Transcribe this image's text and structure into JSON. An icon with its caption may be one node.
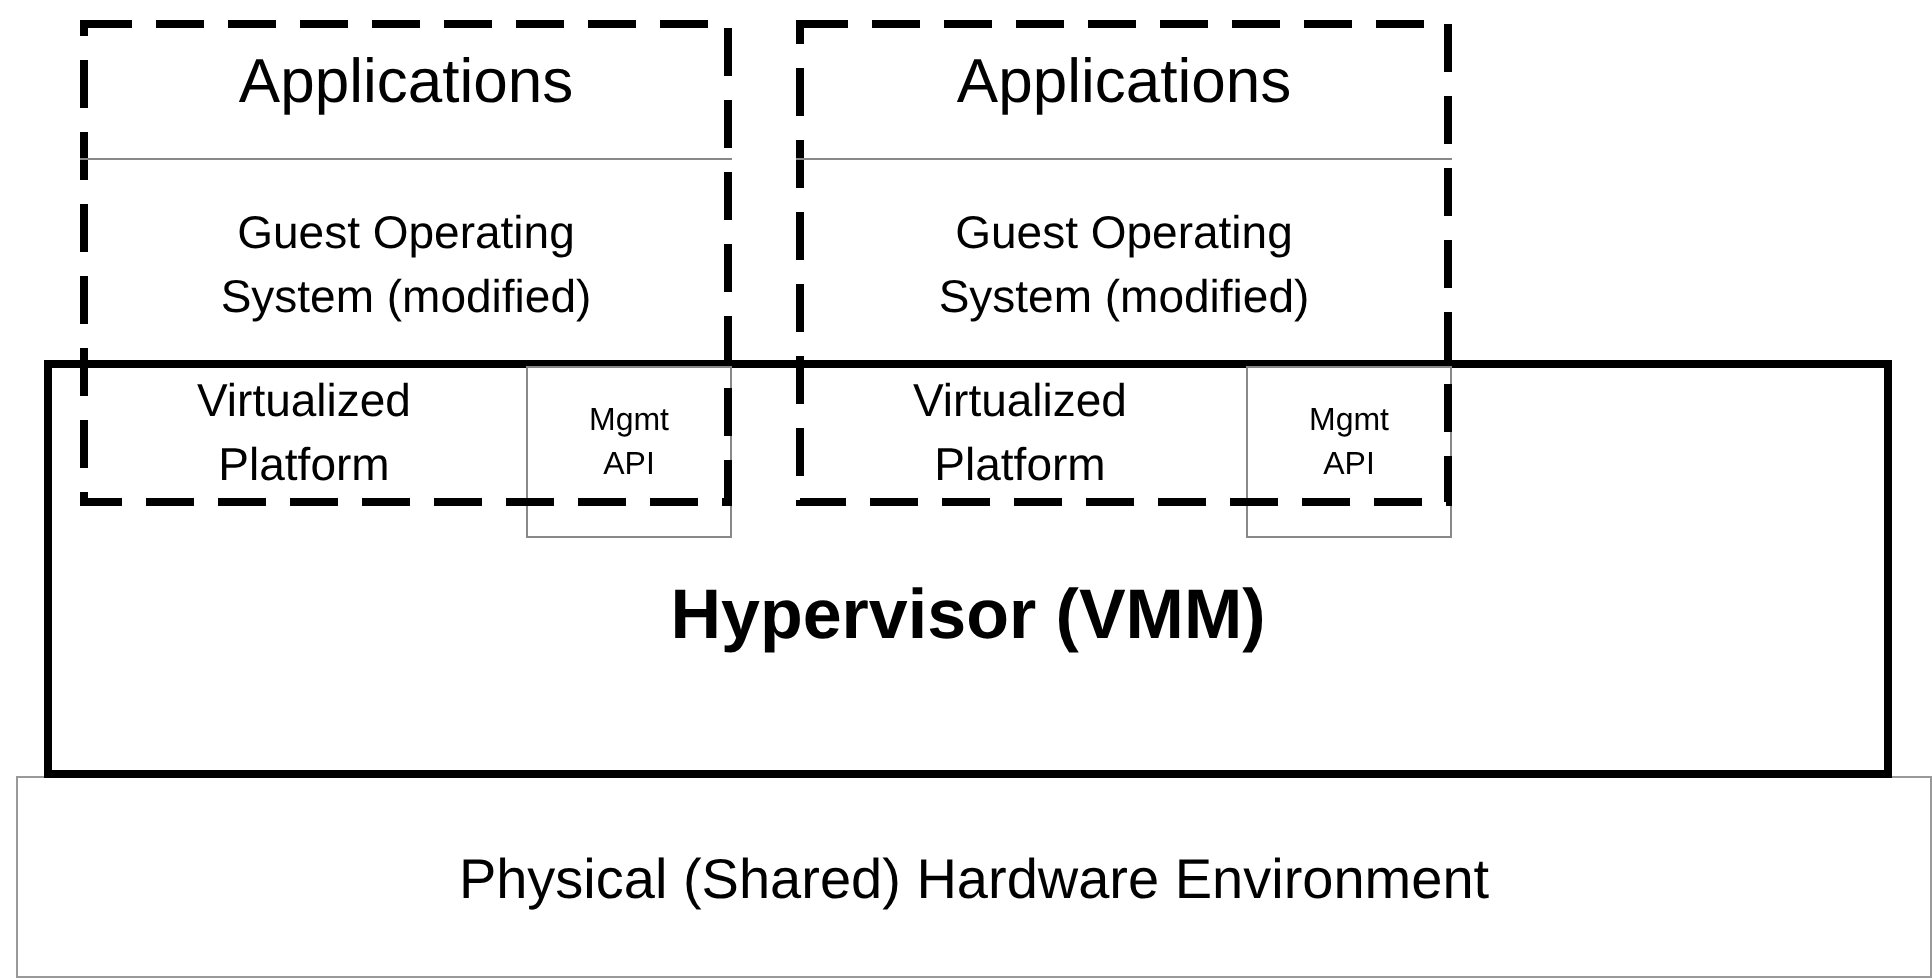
{
  "diagram": {
    "nodes": [
      {
        "text": [],
        "shape": "box"
      },
      {
        "text": [
          "Applications"
        ],
        "in": 0
      },
      {
        "text": [
          "Guest Operating System (modified)"
        ],
        "in": 0
      },
      {
        "text": [
          "Virtualized Platform"
        ]
      },
      {
        "text": [
          "Mgmt API"
        ],
        "in": 10
      },
      {
        "text": [],
        "shape": "box"
      },
      {
        "text": [
          "Applications"
        ],
        "in": 5
      },
      {
        "text": [
          "Guest Operating System (modified)"
        ],
        "in": 5
      },
      {
        "text": [
          "Virtualized Platform"
        ]
      },
      {
        "text": [
          "Mgmt API"
        ],
        "in": 10
      },
      {
        "text": [
          "Hypervisor (VMM)"
        ]
      },
      {
        "text": [
          "Physical (Shared) Hardware Environment"
        ]
      }
    ]
  }
}
